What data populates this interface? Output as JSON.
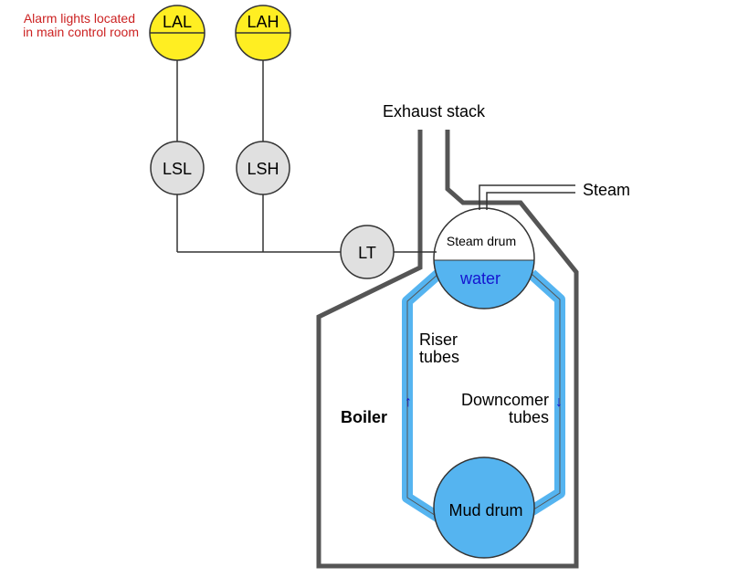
{
  "note": {
    "line1": "Alarm lights located",
    "line2": "in main control room",
    "color": "#cc2222"
  },
  "instruments": {
    "lal": "LAL",
    "lah": "LAH",
    "lsl": "LSL",
    "lsh": "LSH",
    "lt": "LT"
  },
  "labels": {
    "exhaust_stack": "Exhaust stack",
    "steam": "Steam",
    "steam_drum": "Steam drum",
    "water": "water",
    "riser_line1": "Riser",
    "riser_line2": "tubes",
    "downcomer_line1": "Downcomer",
    "downcomer_line2": "tubes",
    "boiler": "Boiler",
    "mud_drum": "Mud drum",
    "up_arrow": "↑",
    "down_arrow": "↓"
  },
  "colors": {
    "alarm_fill": "#ffee22",
    "switch_fill": "#e0e0e0",
    "water_fill": "#55b4f0",
    "boiler_wall": "#555555",
    "water_text": "#1515d0"
  }
}
